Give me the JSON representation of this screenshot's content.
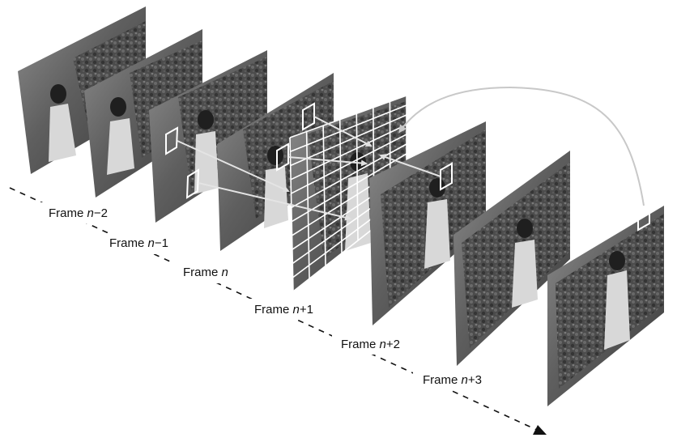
{
  "diagram": {
    "frame_labels": [
      {
        "prefix": "Frame ",
        "var": "n",
        "suffix": "−2"
      },
      {
        "prefix": "Frame ",
        "var": "n",
        "suffix": "−1"
      },
      {
        "prefix": "Frame ",
        "var": "n",
        "suffix": ""
      },
      {
        "prefix": "Frame ",
        "var": "n",
        "suffix": "+1"
      },
      {
        "prefix": "Frame ",
        "var": "n",
        "suffix": "+2"
      },
      {
        "prefix": "Frame ",
        "var": "n",
        "suffix": "+3"
      }
    ]
  }
}
